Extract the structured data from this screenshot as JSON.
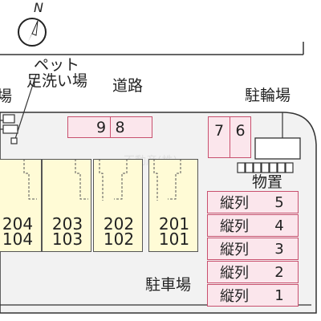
{
  "compass": {
    "north": "N"
  },
  "labels": {
    "pet_line1": "ペット",
    "pet_line2": "足洗い場",
    "road": "道路",
    "bike_parking": "駐輪場",
    "storage": "物置",
    "parking_lot": "駐車場",
    "left_cut": "場",
    "watermark": "不動産(株)"
  },
  "parking_top": [
    "9",
    "8"
  ],
  "parking_right": [
    "7",
    "6"
  ],
  "parking_rows": [
    {
      "label": "縦列",
      "num": "5"
    },
    {
      "label": "縦列",
      "num": "4"
    },
    {
      "label": "縦列",
      "num": "3"
    },
    {
      "label": "縦列",
      "num": "2"
    },
    {
      "label": "縦列",
      "num": "1"
    }
  ],
  "units": [
    {
      "upper": "204",
      "lower": "104"
    },
    {
      "upper": "203",
      "lower": "103"
    },
    {
      "upper": "202",
      "lower": "102"
    },
    {
      "upper": "201",
      "lower": "101"
    }
  ],
  "colors": {
    "parking_fill": "#fbe6ec",
    "parking_border": "#c8506e",
    "building_fill": "#fffbd6",
    "site_fill": "#f2f2f2"
  }
}
